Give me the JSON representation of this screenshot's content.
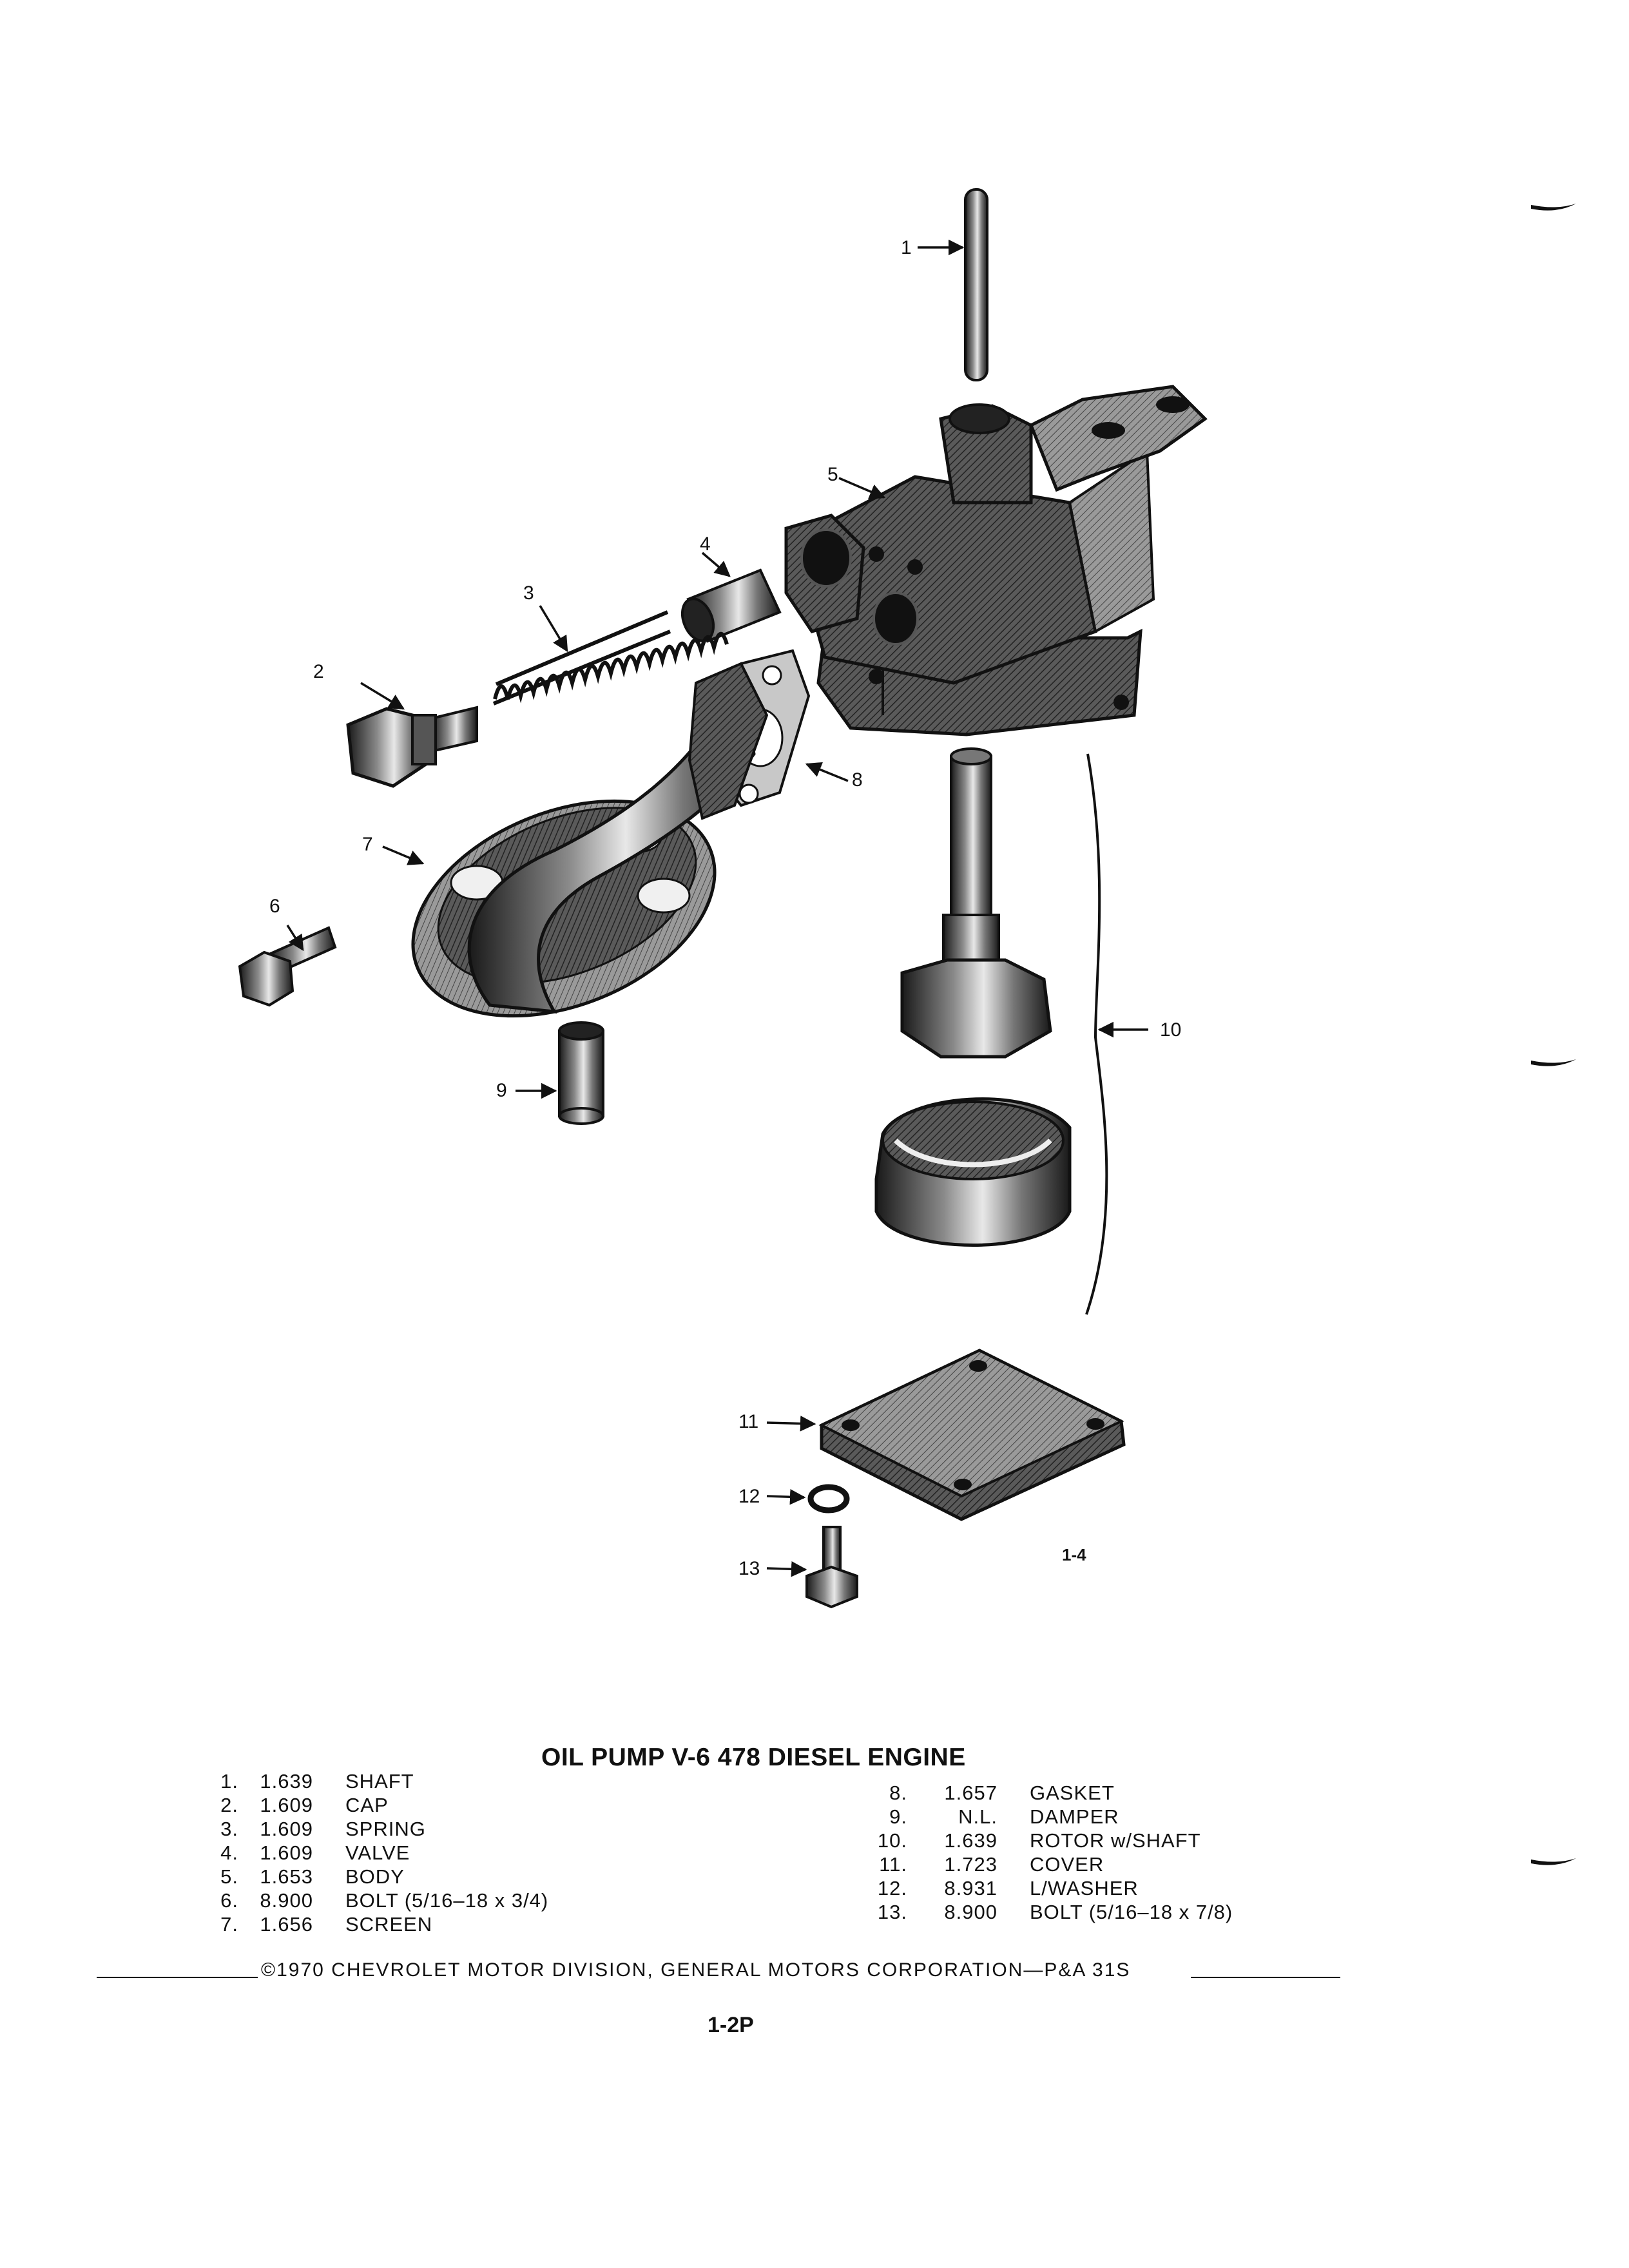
{
  "figure": {
    "callouts": [
      "1",
      "2",
      "3",
      "4",
      "5",
      "6",
      "7",
      "8",
      "9",
      "10",
      "11",
      "12",
      "13"
    ],
    "figure_number": "1-4"
  },
  "title": "OIL PUMP V-6 478 DIESEL ENGINE",
  "parts_left": [
    {
      "no": "1.",
      "pn": "1.639",
      "desc": "SHAFT"
    },
    {
      "no": "2.",
      "pn": "1.609",
      "desc": "CAP"
    },
    {
      "no": "3.",
      "pn": "1.609",
      "desc": "SPRING"
    },
    {
      "no": "4.",
      "pn": "1.609",
      "desc": "VALVE"
    },
    {
      "no": "5.",
      "pn": "1.653",
      "desc": "BODY"
    },
    {
      "no": "6.",
      "pn": "8.900",
      "desc": "BOLT (5/16–18 x 3/4)"
    },
    {
      "no": "7.",
      "pn": "1.656",
      "desc": "SCREEN"
    }
  ],
  "parts_right": [
    {
      "no": "8.",
      "pn": "1.657",
      "desc": "GASKET"
    },
    {
      "no": "9.",
      "pn": "N.L.",
      "desc": "DAMPER"
    },
    {
      "no": "10.",
      "pn": "1.639",
      "desc": "ROTOR w/SHAFT"
    },
    {
      "no": "11.",
      "pn": "1.723",
      "desc": "COVER"
    },
    {
      "no": "12.",
      "pn": "8.931",
      "desc": "L/WASHER"
    },
    {
      "no": "13.",
      "pn": "8.900",
      "desc": "BOLT (5/16–18 x 7/8)"
    }
  ],
  "footer": "©1970 CHEVROLET MOTOR DIVISION, GENERAL MOTORS CORPORATION—P&A 31S",
  "page_number": "1-2P"
}
